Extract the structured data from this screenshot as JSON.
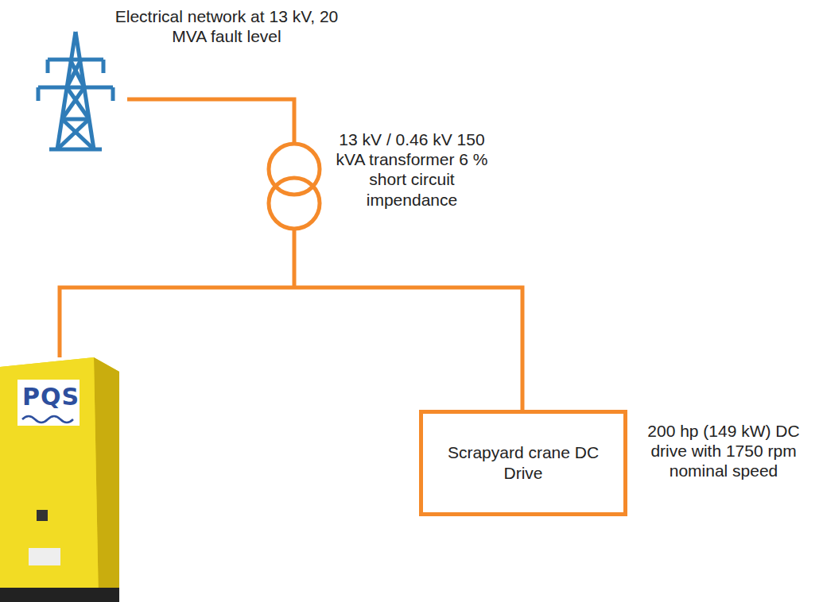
{
  "diagram": {
    "nodes": [
      {
        "text": [
          "Scrapyard crane DC Drive"
        ]
      }
    ],
    "labels": [
      "Electrical network at 13 kV, 20 MVA fault level",
      "13 kV / 0.46 kV 150 kVA transformer 6 % short circuit impendance",
      "200 hp (149 kW) DC drive with 1750 rpm nominal speed",
      "PQS"
    ]
  }
}
